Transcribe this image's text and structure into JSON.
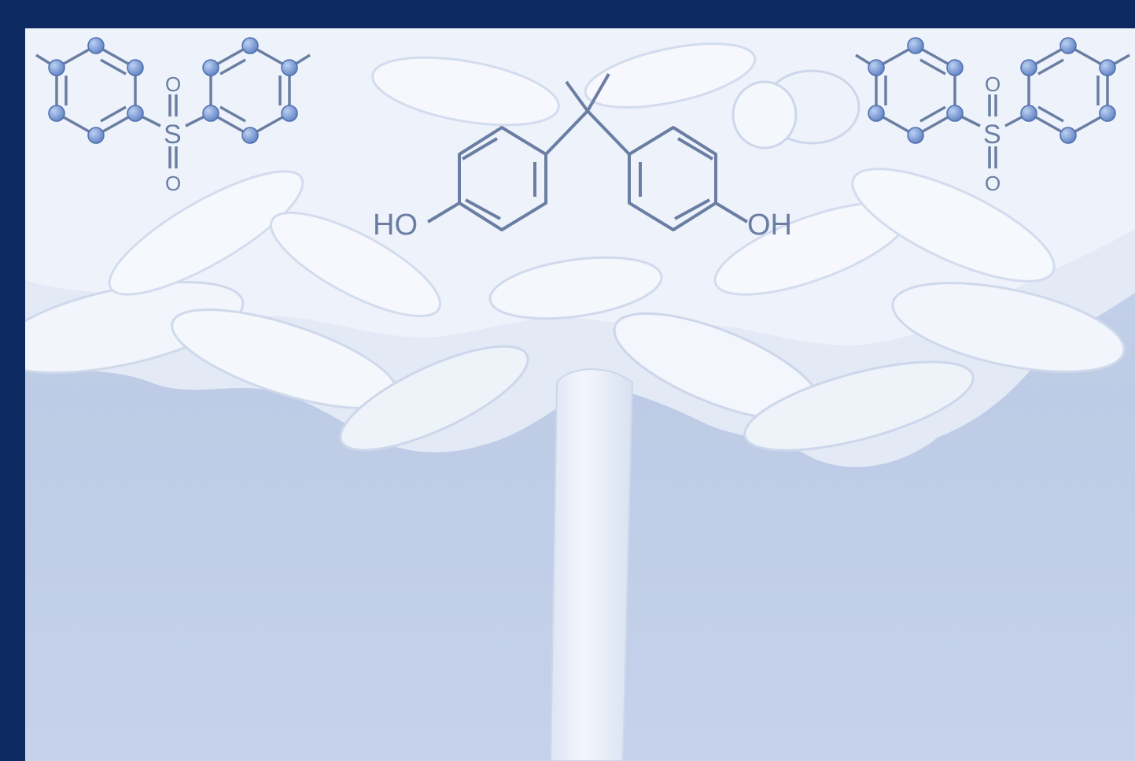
{
  "image": {
    "kind": "illustration",
    "subject": "paper-ribbons-with-molecules",
    "colors": {
      "border": "#0d2a63",
      "background": "#bccbe6",
      "ribbon": "#eef2fa",
      "ribbon_shade": "#d4ddef",
      "bond": "#6a7ea3",
      "atom": "#7f9fd6"
    }
  },
  "molecules": {
    "bpa": {
      "left_label": "HO",
      "right_label": "OH"
    },
    "sulfone_left": {
      "sulfur": "S",
      "oxygen_top": "O",
      "oxygen_bottom": "O"
    },
    "sulfone_right": {
      "sulfur": "S",
      "oxygen_top": "O",
      "oxygen_bottom": "O"
    }
  }
}
